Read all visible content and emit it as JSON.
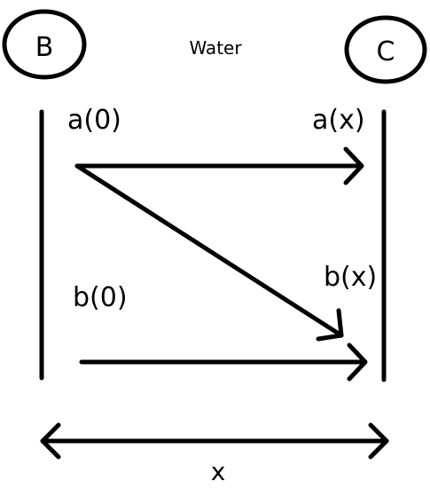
{
  "nodes": {
    "left": {
      "label": "B"
    },
    "right": {
      "label": "C"
    }
  },
  "medium": {
    "label": "Water"
  },
  "points": {
    "a0": "a(0)",
    "ax": "a(x)",
    "b0": "b(0)",
    "bx": "b(x)"
  },
  "distance": {
    "label": "x"
  },
  "colors": {
    "stroke": "#000000",
    "background": "#ffffff"
  }
}
